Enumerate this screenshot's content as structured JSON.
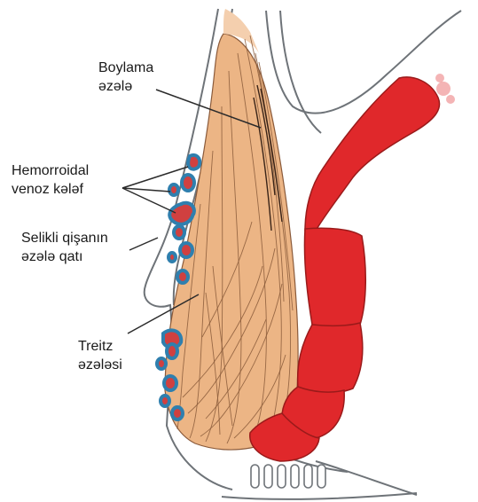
{
  "labels": {
    "longitudinal_muscle": {
      "line1": "Boylama",
      "line2": "əzələ"
    },
    "hemorrhoidal_plexus": {
      "line1": "Hemorroidal",
      "line2": "venoz kələf"
    },
    "mucosal_muscle": {
      "line1": "Selikli qişanın",
      "line2": "əzələ qatı"
    },
    "treitz_muscle": {
      "line1": "Treitz",
      "line2": "əzələsi"
    }
  },
  "colors": {
    "muscle_tan": "#ecb585",
    "muscle_fiber": "#8a5a3a",
    "sphincter_red": "#e0282b",
    "sphincter_outline": "#9a1a1a",
    "vein_blue": "#2f7fae",
    "vein_red": "#d04040",
    "outline": "#6e7378",
    "leader": "#2b2b2b"
  }
}
